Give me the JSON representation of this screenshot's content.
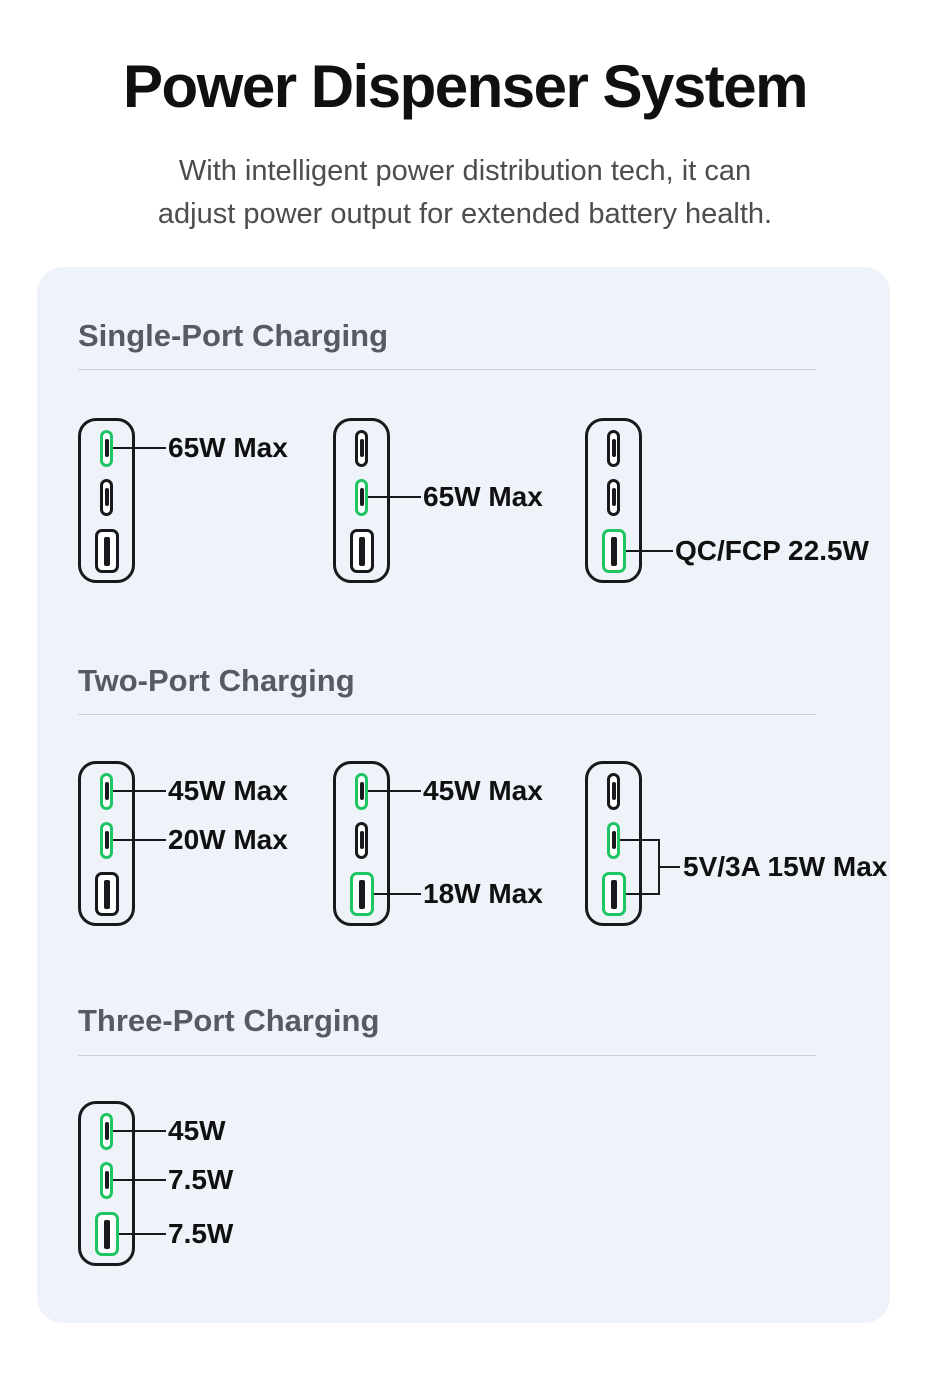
{
  "page": {
    "title": "Power Dispenser System",
    "subtitle_lines": [
      "With intelligent power distribution tech, it can",
      "adjust power output for extended battery health."
    ]
  },
  "colors": {
    "accent_green": "#1ec562",
    "stroke_ink": "#17191c",
    "text_ink": "#101010",
    "card_bg": "#edf3f9",
    "heading_gray": "#565b61",
    "subtitle_gray": "#4d4d4d",
    "divider_gray": "#cbd0d4"
  },
  "sections": [
    {
      "heading": "Single-Port Charging",
      "chargers": [
        {
          "ports": [
            {
              "type": "usb-c",
              "active": true
            },
            {
              "type": "usb-c",
              "active": false
            },
            {
              "type": "usb-a",
              "active": false
            }
          ],
          "labels": [
            {
              "text": "65W Max",
              "port": 0
            }
          ]
        },
        {
          "ports": [
            {
              "type": "usb-c",
              "active": false
            },
            {
              "type": "usb-c",
              "active": true
            },
            {
              "type": "usb-a",
              "active": false
            }
          ],
          "labels": [
            {
              "text": "65W Max",
              "port": 1
            }
          ]
        },
        {
          "ports": [
            {
              "type": "usb-c",
              "active": false
            },
            {
              "type": "usb-c",
              "active": false
            },
            {
              "type": "usb-a",
              "active": true
            }
          ],
          "labels": [
            {
              "text": "QC/FCP 22.5W",
              "port": 2
            }
          ]
        }
      ]
    },
    {
      "heading": "Two-Port Charging",
      "chargers": [
        {
          "ports": [
            {
              "type": "usb-c",
              "active": true
            },
            {
              "type": "usb-c",
              "active": true
            },
            {
              "type": "usb-a",
              "active": false
            }
          ],
          "labels": [
            {
              "text": "45W Max",
              "port": 0
            },
            {
              "text": "20W Max",
              "port": 1
            }
          ]
        },
        {
          "ports": [
            {
              "type": "usb-c",
              "active": true
            },
            {
              "type": "usb-c",
              "active": false
            },
            {
              "type": "usb-a",
              "active": true
            }
          ],
          "labels": [
            {
              "text": "45W Max",
              "port": 0
            },
            {
              "text": "18W Max",
              "port": 2
            }
          ]
        },
        {
          "ports": [
            {
              "type": "usb-c",
              "active": false
            },
            {
              "type": "usb-c",
              "active": true
            },
            {
              "type": "usb-a",
              "active": true
            }
          ],
          "labels": [
            {
              "text": "5V/3A 15W Max",
              "ports": [
                1,
                2
              ]
            }
          ]
        }
      ]
    },
    {
      "heading": "Three-Port Charging",
      "chargers": [
        {
          "ports": [
            {
              "type": "usb-c",
              "active": true
            },
            {
              "type": "usb-c",
              "active": true
            },
            {
              "type": "usb-a",
              "active": true
            }
          ],
          "labels": [
            {
              "text": "45W",
              "port": 0
            },
            {
              "text": "7.5W",
              "port": 1
            },
            {
              "text": "7.5W",
              "port": 2
            }
          ]
        }
      ]
    }
  ]
}
